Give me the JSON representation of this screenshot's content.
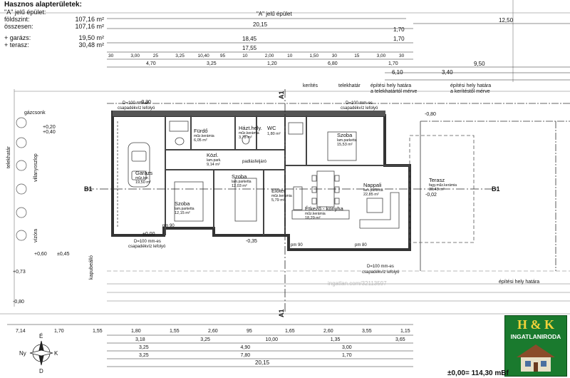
{
  "legend": {
    "title": "Hasznos alapterületek:",
    "subtitle": "\"A\" jelű épület:",
    "rows": [
      {
        "label": "földszint:",
        "value": "107,16 m²"
      },
      {
        "label": "összesen:",
        "value": "107,16 m²"
      },
      {
        "label": "+ garázs:",
        "value": "19,50 m²"
      },
      {
        "label": "+ terasz:",
        "value": "30,48 m²"
      }
    ]
  },
  "building_label": "\"A\" jelű épület",
  "dims_top": {
    "total": "20,15",
    "right": "12,50",
    "r1a": "18,45",
    "r1b": "1,70",
    "r2a": "17,55",
    "r2b": "1,70",
    "r3": [
      "30",
      "3,00",
      "25",
      "3,25",
      "10,40",
      "95",
      "10",
      "2,00",
      "10",
      "1,50",
      "30",
      "15",
      "3,00",
      "30"
    ],
    "r4": [
      "4,70",
      "3,25",
      "1,20",
      "6,80",
      "1,70"
    ],
    "r5": [
      "6,10",
      "3,40"
    ],
    "r6": "9,50"
  },
  "dims_bottom": {
    "r1": [
      "7,14",
      "1,70",
      "1,55",
      "1,80",
      "1,55",
      "2,60",
      "95",
      "1,65",
      "2,60",
      "3,55",
      "1,15"
    ],
    "r2": [
      "3,18",
      "3,25",
      "10,00",
      "1,35",
      "3,65"
    ],
    "r3": [
      "3,25",
      "4,90",
      "3,00"
    ],
    "r4": [
      "3,25",
      "7,80",
      "1,70"
    ],
    "r5": [
      "20,15"
    ]
  },
  "rooms": [
    {
      "name": "Garázs",
      "floor": "műz.ker.",
      "area": "19,50 m²"
    },
    {
      "name": "Fürdő",
      "floor": "műz.kerámia",
      "area": "6,05 m²"
    },
    {
      "name": "Házt.hely.",
      "floor": "műz.kerámia",
      "area": "3,78 m²"
    },
    {
      "name": "WC",
      "floor": "",
      "area": "1,80 m²"
    },
    {
      "name": "Szoba",
      "floor": "lam.parketta",
      "area": "15,53 m²"
    },
    {
      "name": "Közl.",
      "floor": "lam.park.",
      "area": "9,14 m²"
    },
    {
      "name": "Szoba",
      "floor": "lam.parketta",
      "area": "12,03 m²"
    },
    {
      "name": "Előtér",
      "floor": "műz.kerámia",
      "area": "5,79 m²"
    },
    {
      "name": "Nappali",
      "floor": "lam.parketta",
      "area": "22,85 m²"
    },
    {
      "name": "Szoba",
      "floor": "lam.parketta",
      "area": "12,15 m²"
    },
    {
      "name": "Étkező - konyha",
      "floor": "műz.kerámia",
      "area": "18,29 m²"
    },
    {
      "name": "Terasz",
      "floor": "fagy.műz.kerámia",
      "area": "30,48 m²"
    }
  ],
  "annotations": {
    "kerites": "kerítés",
    "telekhatar": "telekhatár",
    "epitesi1": "építési hely határa",
    "epitesi1b": "a telekhatártól mérve",
    "epitesi2": "építési hely határa",
    "epitesi2b": "a kerítéstől mérve",
    "epitesi_bottom": "építési hely határa",
    "csapadek_top1": "D=100 mm-es",
    "csapadek_top1b": "csapadékvíz lefolyó",
    "csapadek_top2": "D=100 mm-es",
    "csapadek_top2b": "csapadékvíz lefolyó",
    "csapadek_bot1": "D=100 mm-es",
    "csapadek_bot1b": "csapadékvíz lefolyó",
    "csapadek_bot2": "D=100 mm-es",
    "csapadek_bot2b": "csapadékvíz lefolyó",
    "padlasfeljaro": "padlásfeljáró",
    "gazcsonk": "gázcsonk",
    "villanyoszlop": "villanyoszlop",
    "telekhatar_left": "telekhatár",
    "vizora": "vízóra",
    "kapubeallo": "kapubeálló",
    "a1_top": "A1",
    "a1_bottom": "A1",
    "b1_left": "B1",
    "b1_right": "B1",
    "lev_m030": "-0,30",
    "lev_m080": "-0,80",
    "lev_p040": "+0,40",
    "lev_p020": "+0,20",
    "lev_p060": "+0,60",
    "lev_m035": "-0,35",
    "lev_m002": "-0,02",
    "lev_m045": "±0,45",
    "lev_000": "±0,00",
    "lev_p073": "+0,73",
    "lev_m080b": "-0,80",
    "pm90": "pm 90",
    "pm80": "pm 80",
    "watermark": "ingatlan.com/32113597"
  },
  "compass": {
    "n": "É",
    "d": "D",
    "k": "K",
    "ny": "Ny"
  },
  "logo": {
    "letters": "H & K",
    "name": "INGATLANIRODA"
  },
  "level_text": "±0,00= 114,30 mBf",
  "colors": {
    "wall": "#333333",
    "accent": "#1a7a2e",
    "logo_text": "#f2d23a"
  }
}
